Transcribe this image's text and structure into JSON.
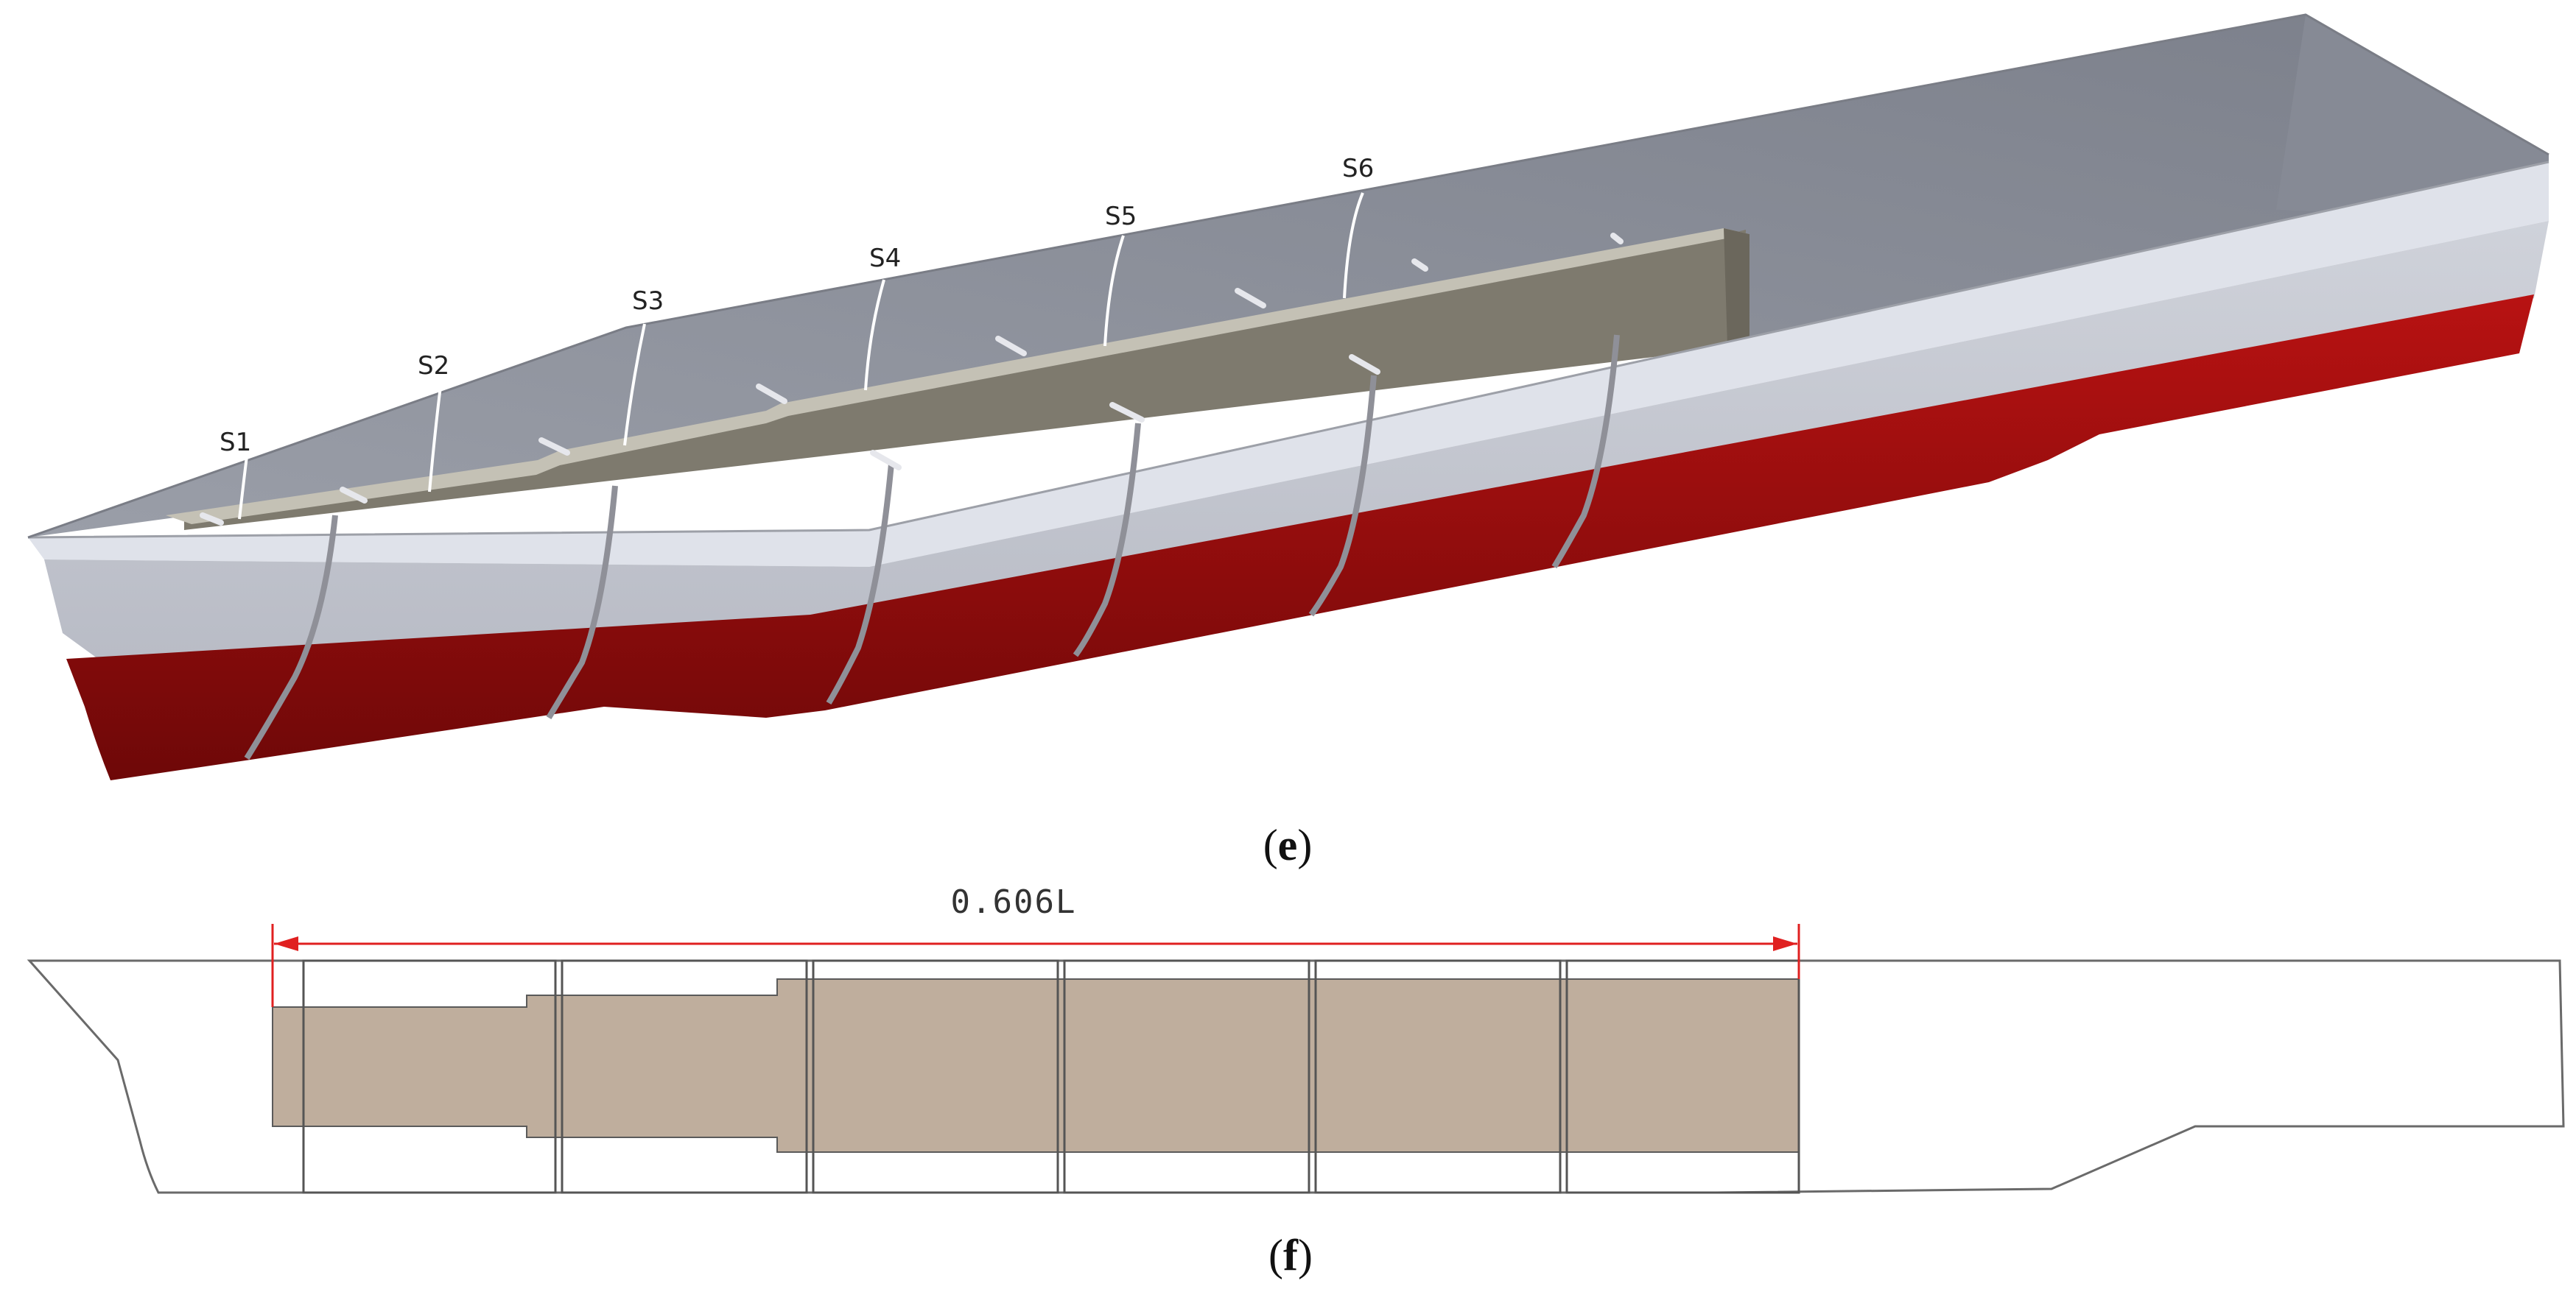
{
  "panel_e": {
    "caption_open": "(",
    "caption_letter": "e",
    "caption_close": ")",
    "section_labels": [
      "S1",
      "S2",
      "S3",
      "S4",
      "S5",
      "S6"
    ]
  },
  "panel_f": {
    "caption_open": "(",
    "caption_letter": "f",
    "caption_close": ")",
    "dimension_label": "0.606L"
  },
  "colors": {
    "deck": "#8b8f99",
    "topside": "#dfe2ea",
    "side": "#c5c8d1",
    "hull_bottom": "#a50e0e",
    "box_girder": "#7e7a6e",
    "box_girder_top": "#c4c1b5",
    "plan_fill": "#bfae9d",
    "dimension_line": "#e02020"
  }
}
